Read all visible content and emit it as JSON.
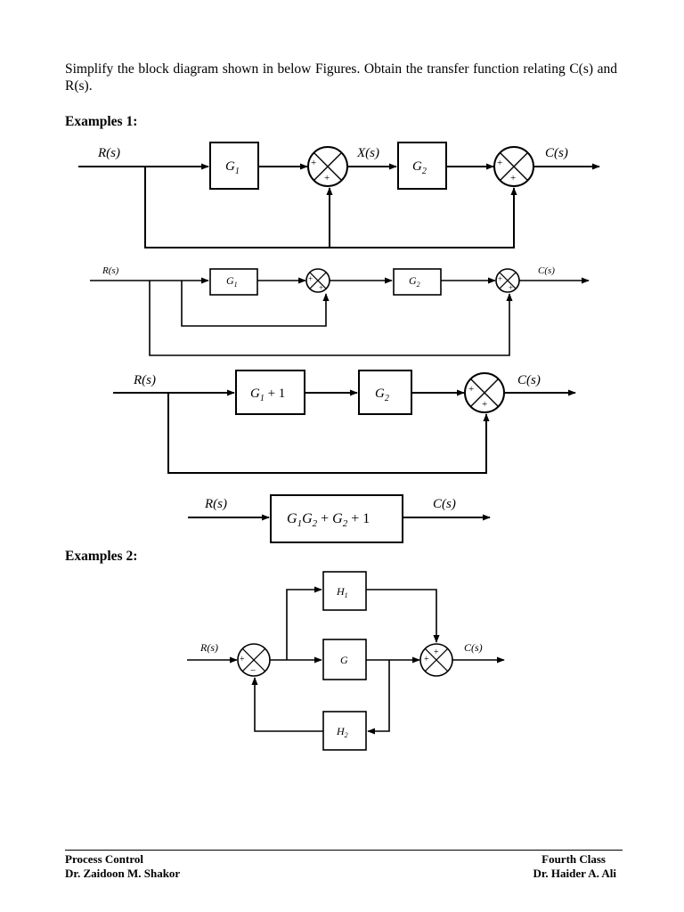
{
  "intro": "Simplify the block diagram shown in below Figures. Obtain the transfer function relating C(s) and R(s).",
  "example1_heading": "Examples 1:",
  "example2_heading": "Examples 2:",
  "diagrams": {
    "d1": {
      "input": "R(s)",
      "block1": "G",
      "block1_sub": "1",
      "mid": "X(s)",
      "block2": "G",
      "block2_sub": "2",
      "output": "C(s)"
    },
    "d2": {
      "input": "R(s)",
      "block1": "G",
      "block1_sub": "1",
      "block2": "G",
      "block2_sub": "2",
      "output": "C(s)"
    },
    "d3": {
      "input": "R(s)",
      "block1": "G",
      "block1_sub": "1",
      "block1_tail": " + 1",
      "block2": "G",
      "block2_sub": "2",
      "output": "C(s)"
    },
    "d4": {
      "input": "R(s)",
      "output": "C(s)"
    },
    "e2": {
      "input": "R(s)",
      "block_top": "H",
      "block_top_sub": "1",
      "block_mid": "G",
      "block_bottom": "H",
      "block_bottom_sub": "2",
      "output": "C(s)"
    }
  },
  "signs": {
    "plus": "+",
    "minus": "−"
  },
  "footer": {
    "left_line1": "Process Control",
    "left_line2": "Dr. Zaidoon M. Shakor",
    "right_line1": "Fourth Class",
    "right_line2": "Dr. Haider A. Ali"
  }
}
